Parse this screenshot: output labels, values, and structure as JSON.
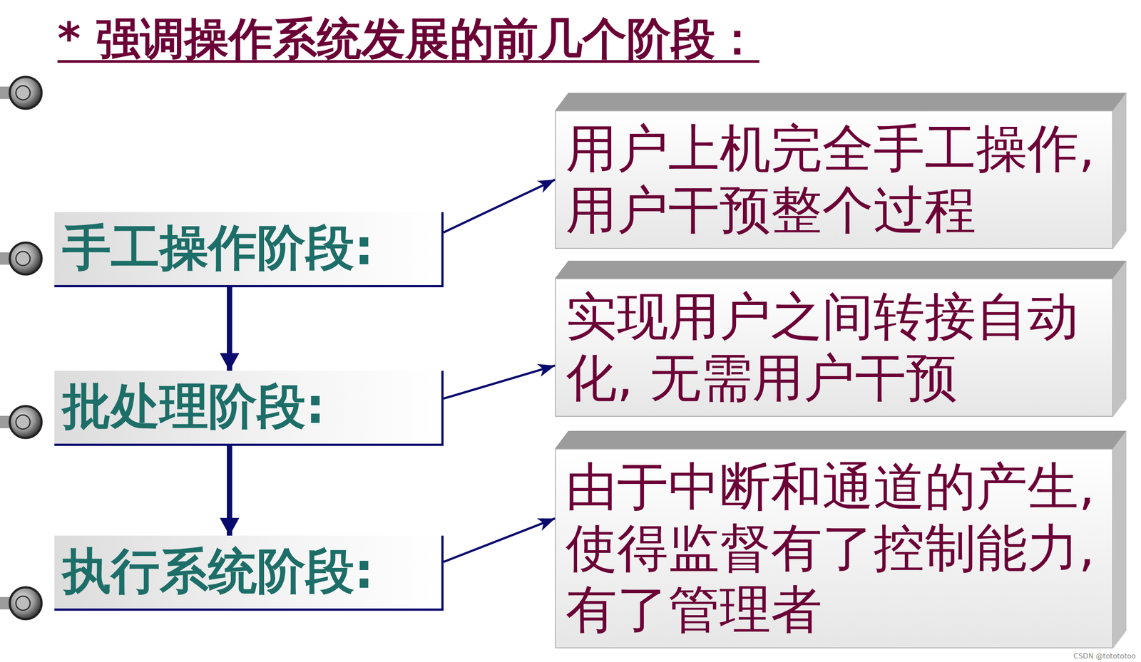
{
  "diagram": {
    "title": "* 强调操作系统发展的前几个阶段：",
    "nodes": [
      {
        "text": [
          "手工操作阶段:"
        ]
      },
      {
        "text": [
          "用户上机完全手工操作, 用户干预整个过程"
        ]
      },
      {
        "text": [
          "批处理阶段:"
        ]
      },
      {
        "text": [
          "实现用户之间转接自动化, 无需用户干预"
        ]
      },
      {
        "text": [
          "执行系统阶段:"
        ]
      },
      {
        "text": [
          "由于中断和通道的产生, 使得监督有了控制能力, 有了管理者"
        ]
      }
    ],
    "edges": [
      {
        "from": 0,
        "to": 1,
        "arrow": "to"
      },
      {
        "from": 0,
        "to": 2,
        "arrow": "to"
      },
      {
        "from": 2,
        "to": 3,
        "arrow": "to"
      },
      {
        "from": 2,
        "to": 4,
        "arrow": "to"
      },
      {
        "from": 4,
        "to": 5,
        "arrow": "to"
      }
    ],
    "labels": [
      "CSDN @totototoo"
    ]
  }
}
